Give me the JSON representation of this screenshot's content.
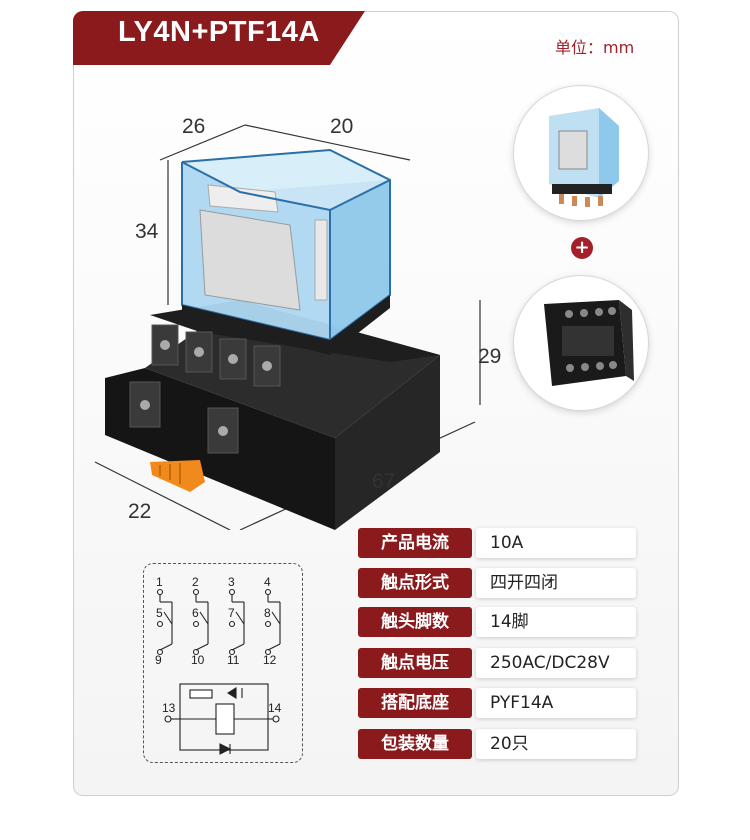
{
  "title": "LY4N+PTF14A",
  "unit_label": "单位：mm",
  "dimensions": {
    "relay_width": "26",
    "relay_depth": "20",
    "relay_height": "34",
    "base_height": "29",
    "base_length": "67",
    "base_width": "22"
  },
  "specs": [
    {
      "key": "产品电流",
      "value": "10A"
    },
    {
      "key": "触点形式",
      "value": "四开四闭"
    },
    {
      "key": "触头脚数",
      "value": "14脚"
    },
    {
      "key": "触点电压",
      "value": "250AC/DC28V"
    },
    {
      "key": "搭配底座",
      "value": "PYF14A"
    },
    {
      "key": "包装数量",
      "value": "20只"
    }
  ],
  "plus_sign": "+",
  "diagram_pins": {
    "top": [
      "1",
      "2",
      "3",
      "4"
    ],
    "middle": [
      "5",
      "6",
      "7",
      "8"
    ],
    "bottom": [
      "9",
      "10",
      "11",
      "12"
    ],
    "coil_left": "13",
    "coil_right": "14"
  },
  "colors": {
    "accent": "#8b1a1c",
    "relay_blue": "#6fb4dc",
    "base_black": "#1c1c1c",
    "latch_orange": "#f08a1c"
  }
}
